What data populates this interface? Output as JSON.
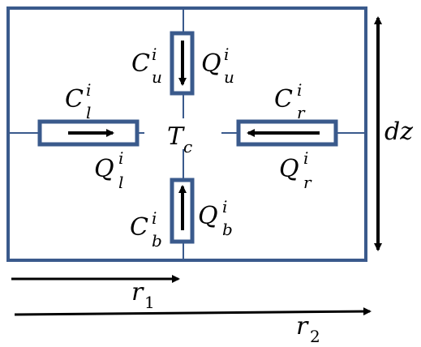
{
  "diagram": {
    "cell_label": {
      "main": "T",
      "sub": "c"
    },
    "height_label": "dz",
    "r1_label": {
      "main": "r",
      "sub": "1"
    },
    "r2_label": {
      "main": "r",
      "sub": "2"
    },
    "upper": {
      "conductance": {
        "main": "C",
        "sup": "i",
        "sub": "u"
      },
      "flux": {
        "main": "Q",
        "sup": "i",
        "sub": "u"
      }
    },
    "left": {
      "conductance": {
        "main": "C",
        "sup": "i",
        "sub": "l"
      },
      "flux": {
        "main": "Q",
        "sup": "i",
        "sub": "l"
      }
    },
    "right": {
      "conductance": {
        "main": "C",
        "sup": "i",
        "sub": "r"
      },
      "flux": {
        "main": "Q",
        "sup": "i",
        "sub": "r"
      }
    },
    "bottom": {
      "conductance": {
        "main": "C",
        "sup": "i",
        "sub": "b"
      },
      "flux": {
        "main": "Q",
        "sup": "i",
        "sub": "b"
      }
    },
    "colors": {
      "frame": "#3a5a8c",
      "arrow": "#000000",
      "background": "#ffffff"
    }
  }
}
